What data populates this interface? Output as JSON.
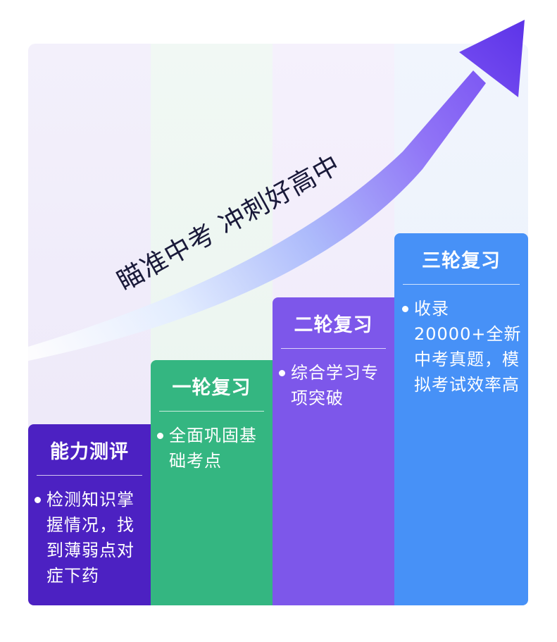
{
  "slogan": "瞄准中考 冲刺好高中",
  "colors": {
    "stage1": "#4c21c2",
    "stage2": "#34b681",
    "stage3": "#7d57ea",
    "stage4": "#4791f7",
    "arrow_head": "#6a3cf0"
  },
  "stages": [
    {
      "title": "能力测评",
      "desc": "检测知识掌握情况，找到薄弱点对症下药"
    },
    {
      "title": "一轮复习",
      "desc": "全面巩固基础考点"
    },
    {
      "title": "二轮复习",
      "desc": "综合学习专项突破"
    },
    {
      "title": "三轮复习",
      "desc": "收录20000+全新中考真题，模拟考试效率高"
    }
  ],
  "icons": [
    "upward-arrow-icon",
    "bullet-dot-icon"
  ]
}
